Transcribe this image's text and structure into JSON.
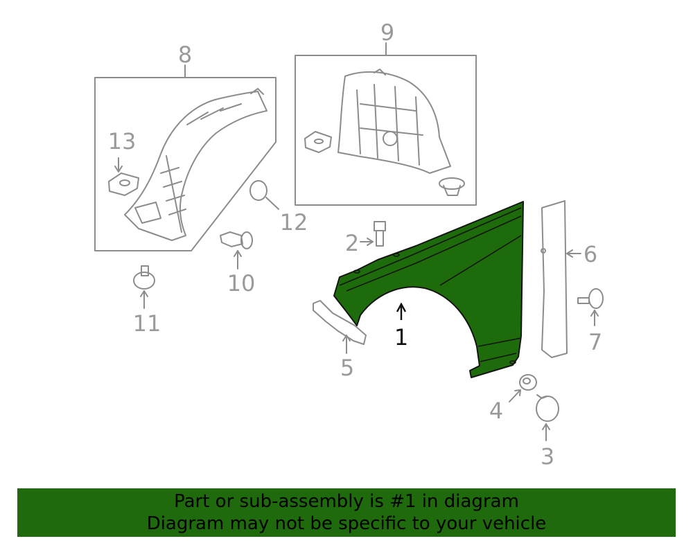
{
  "colors": {
    "highlight": "#1d6b0a",
    "banner": "#1e6a0c",
    "line": "#8c8c8c",
    "outline": "#141414"
  },
  "callouts": {
    "c1": "1",
    "c2": "2",
    "c3": "3",
    "c4": "4",
    "c5": "5",
    "c6": "6",
    "c7": "7",
    "c8": "8",
    "c9": "9",
    "c10": "10",
    "c11": "11",
    "c12": "12",
    "c13": "13"
  },
  "banner": {
    "line1": "Part or sub-assembly is #1 in diagram",
    "line2": "Diagram may not be specific to your vehicle"
  }
}
